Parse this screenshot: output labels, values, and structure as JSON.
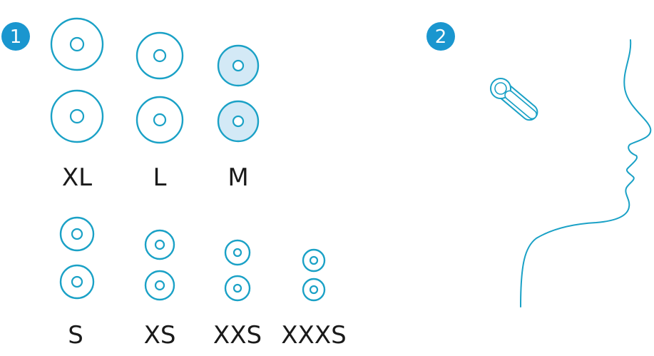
{
  "colors": {
    "accent": "#1aa1c6",
    "highlight_fill": "#d3e9f6",
    "label": "#1a1a1a",
    "badge": "#1a96cf"
  },
  "steps": {
    "step1": "1",
    "step2": "2"
  },
  "ear_tip_sizes": [
    {
      "label": "XL",
      "selected": false
    },
    {
      "label": "L",
      "selected": false
    },
    {
      "label": "M",
      "selected": true
    },
    {
      "label": "S",
      "selected": false
    },
    {
      "label": "XS",
      "selected": false
    },
    {
      "label": "XXS",
      "selected": false
    },
    {
      "label": "XXXS",
      "selected": false
    }
  ],
  "illustration": {
    "icon": "earbud-insertion-face-profile-icon"
  }
}
